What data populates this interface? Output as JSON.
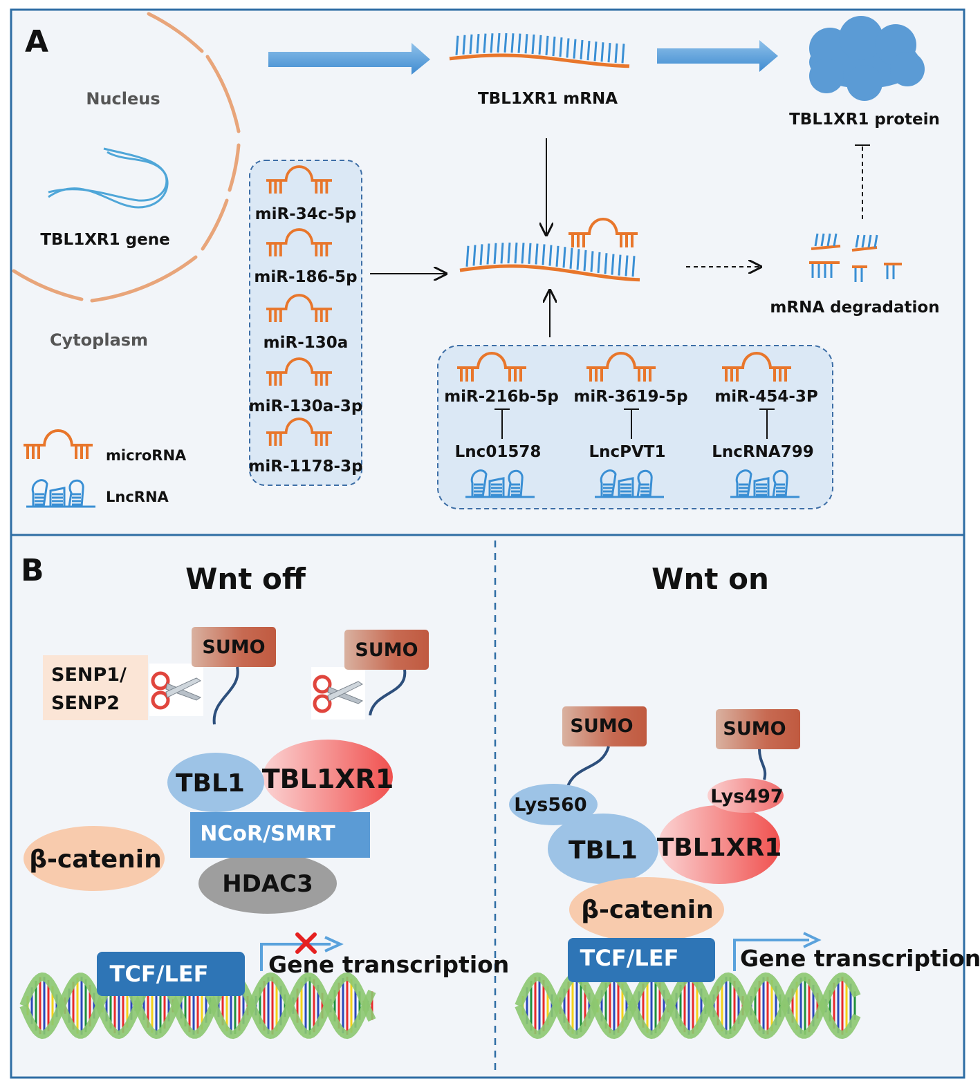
{
  "panel_a": {
    "letter": "A",
    "nucleus_label": "Nucleus",
    "gene_label": "TBL1XR1 gene",
    "cytoplasm_label": "Cytoplasm",
    "mrna_label": "TBL1XR1 mRNA",
    "protein_label": "TBL1XR1 protein",
    "degradation_label": "mRNA degradation",
    "mirna_list": [
      "miR-34c-5p",
      "miR-186-5p",
      "miR-130a",
      "miR-130a-3p",
      "miR-1178-3p"
    ],
    "lnc_pairs": [
      {
        "mirna": "miR-216b-5p",
        "lnc": "Lnc01578"
      },
      {
        "mirna": "miR-3619-5p",
        "lnc": "LncPVT1"
      },
      {
        "mirna": "miR-454-3P",
        "lnc": "LncRNA799"
      }
    ],
    "legend": {
      "microrna": "microRNA",
      "lncrna": "LncRNA"
    }
  },
  "panel_b": {
    "letter": "B",
    "wnt_off": {
      "title": "Wnt off",
      "senp_line1": "SENP1/",
      "senp_line2": "SENP2",
      "sumo": "SUMO",
      "tbl1": "TBL1",
      "tbl1xr1": "TBL1XR1",
      "ncor": "NCoR/SMRT",
      "hdac3": "HDAC3",
      "beta_catenin": "β-catenin",
      "tcf_lef": "TCF/LEF",
      "gene_transcription": "Gene transcription"
    },
    "wnt_on": {
      "title": "Wnt on",
      "sumo": "SUMO",
      "lys560": "Lys560",
      "lys497": "Lys497",
      "tbl1": "TBL1",
      "tbl1xr1": "TBL1XR1",
      "beta_catenin": "β-catenin",
      "tcf_lef": "TCF/LEF",
      "gene_transcription": "Gene transcription"
    }
  },
  "colors": {
    "frame": "#2e6da4",
    "mirna_orange": "#e8762b",
    "rna_blue": "#3a8fd4",
    "arrow_blue": "#5aa2dc",
    "box_fill": "#dbe8f5",
    "cloud_blue": "#5b9bd5",
    "sumo": "#c45a44",
    "tbl1": "#9dc3e6",
    "tbl1xr1": "#f26f6f",
    "ncor": "#5b9bd5",
    "hdac3": "#9e9e9e",
    "beta_catenin": "#f8cbad",
    "tcf_lef": "#2e75b6",
    "senp_box": "#fbe5d6"
  }
}
